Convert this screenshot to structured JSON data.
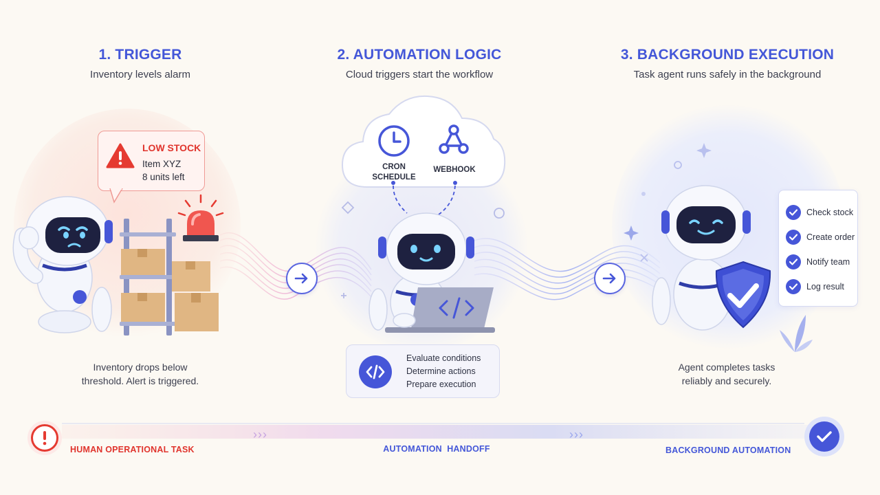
{
  "steps": [
    {
      "title": "1. TRIGGER",
      "subtitle": "Inventory levels alarm",
      "caption_line1": "Inventory drops below",
      "caption_line2": "threshold. Alert is triggered."
    },
    {
      "title": "2. AUTOMATION LOGIC",
      "subtitle": "Cloud triggers start the workflow"
    },
    {
      "title": "3. BACKGROUND EXECUTION",
      "subtitle": "Task agent runs safely in the background",
      "caption_line1": "Agent completes tasks",
      "caption_line2": "reliably and securely."
    }
  ],
  "alert": {
    "title": "LOW STOCK",
    "line1": "Item XYZ",
    "line2": "8 units left"
  },
  "cloud": {
    "cron_line1": "CRON",
    "cron_line2": "SCHEDULE",
    "webhook": "WEBHOOK"
  },
  "logic_card": {
    "items": [
      "Evaluate conditions",
      "Determine actions",
      "Prepare execution"
    ]
  },
  "checklist": {
    "items": [
      "Check stock",
      "Create order",
      "Notify team",
      "Log result"
    ]
  },
  "timeline": {
    "left": "HUMAN OPERATIONAL TASK",
    "middle": "AUTOMATION  HANDOFF",
    "right": "BACKGROUND AUTOMATION",
    "chevrons": "›››"
  },
  "colors": {
    "accent": "#4457d8",
    "alert": "#e0342d",
    "background": "#fcf9f3"
  },
  "icons": {
    "warning": "warning-triangle-icon",
    "clock": "clock-icon",
    "webhook": "webhook-icon",
    "code": "code-icon",
    "check": "check-circle-icon",
    "shield": "shield-check-icon",
    "arrow": "arrow-right-icon",
    "alarm": "alarm-light-icon"
  }
}
